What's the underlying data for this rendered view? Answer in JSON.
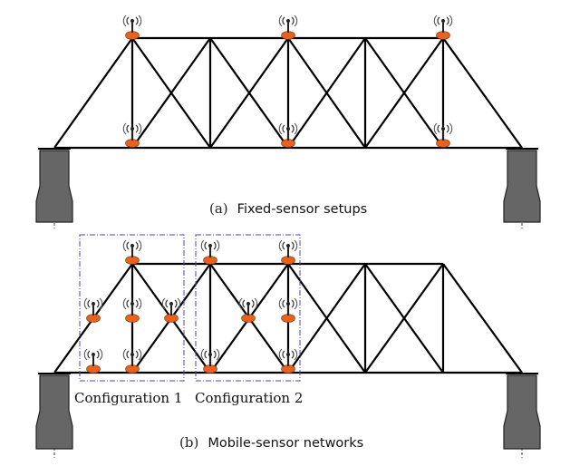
{
  "caption_a": {
    "tag": "(a)",
    "text": "Fixed-sensor setups"
  },
  "caption_b": {
    "tag": "(b)",
    "text": "Mobile-sensor networks"
  },
  "configurations": [
    {
      "label": "Configuration 1"
    },
    {
      "label": "Configuration 2"
    }
  ],
  "colors": {
    "truss": "#000000",
    "sensor": "#e8621f",
    "abutment": "#666666",
    "config_box": "#5544aa"
  },
  "icons": {
    "sensor": "wireless-sensor-icon",
    "support": "abutment-support"
  }
}
